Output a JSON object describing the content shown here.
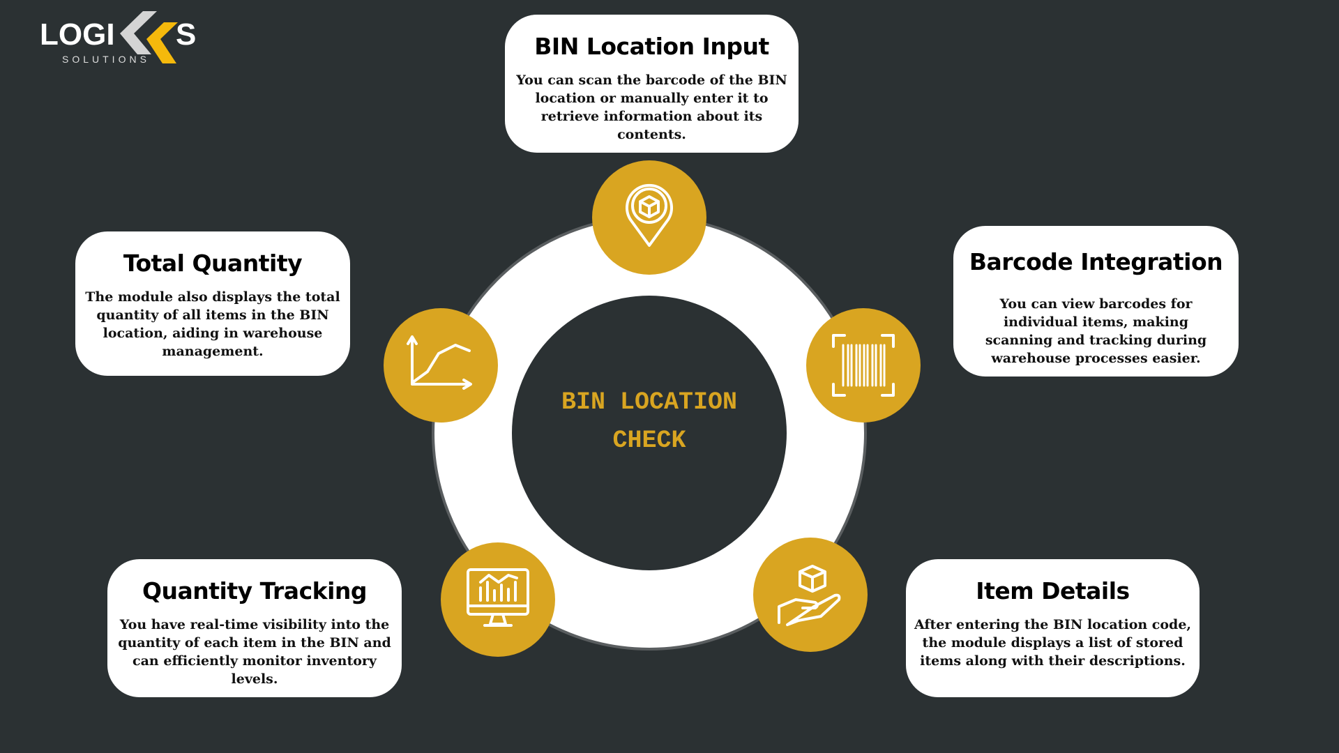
{
  "logo": {
    "text": "LOGIKS",
    "sub": "SOLUTIONS"
  },
  "center": {
    "line1": "BIN LOCATION",
    "line2": "CHECK"
  },
  "colors": {
    "background": "#2b3133",
    "accent": "#d9a521"
  },
  "cards": [
    {
      "title": "BIN Location Input",
      "body": "You can scan the barcode of the BIN location or manually enter it to retrieve information about its contents.",
      "icon": "location-pin-box-icon"
    },
    {
      "title": "Barcode Integration",
      "body": "You can view barcodes for individual items, making scanning and tracking during warehouse processes easier.",
      "icon": "barcode-scan-icon"
    },
    {
      "title": "Item Details",
      "body": "After entering the BIN location code, the module displays a list of stored items along with their descriptions.",
      "icon": "hand-box-icon"
    },
    {
      "title": "Quantity Tracking",
      "body": "You have real-time visibility into the quantity of each item in the BIN and can efficiently monitor inventory levels.",
      "icon": "monitor-chart-icon"
    },
    {
      "title": "Total Quantity",
      "body": "The module also displays the total quantity of all items in the BIN location, aiding in warehouse management.",
      "icon": "line-chart-icon"
    }
  ]
}
